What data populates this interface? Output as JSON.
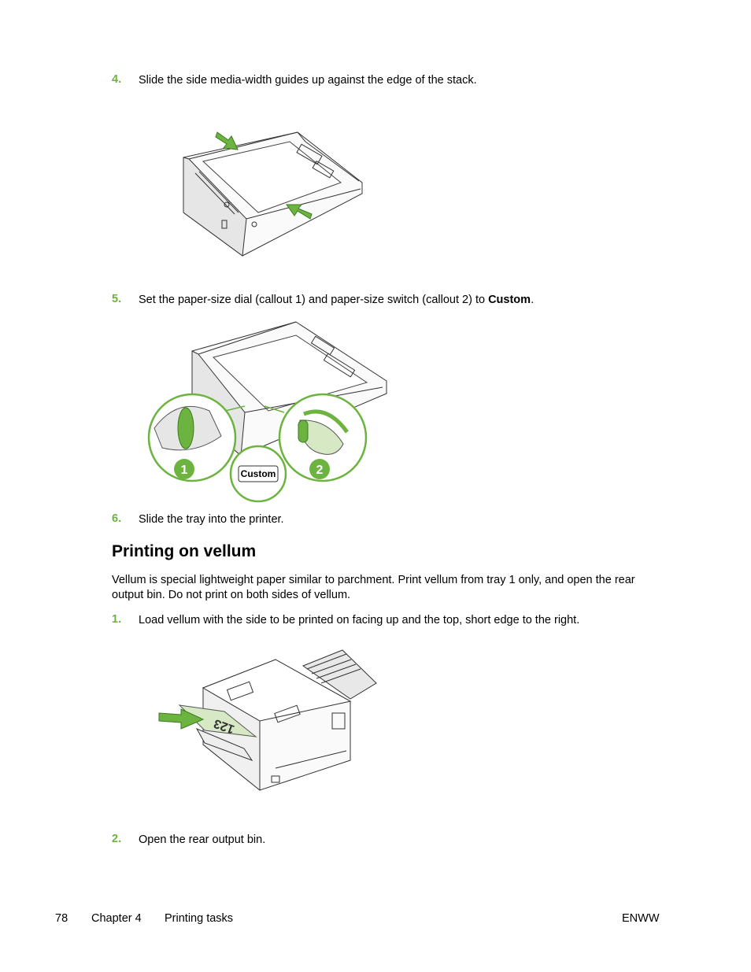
{
  "steps_top": [
    {
      "num": "4.",
      "text": "Slide the side media-width guides up against the edge of the stack."
    },
    {
      "num": "5.",
      "text_before": "Set the paper-size dial (callout 1) and paper-size switch (callout 2) to ",
      "text_bold": "Custom",
      "text_after": "."
    },
    {
      "num": "6.",
      "text": "Slide the tray into the printer."
    }
  ],
  "section": {
    "heading": "Printing on vellum",
    "intro": "Vellum is special lightweight paper similar to parchment. Print vellum from tray 1 only, and open the rear output bin. Do not print on both sides of vellum.",
    "steps": [
      {
        "num": "1.",
        "text": "Load vellum with the side to be printed on facing up and the top, short edge to the right."
      },
      {
        "num": "2.",
        "text": "Open the rear output bin."
      }
    ]
  },
  "figures": {
    "dial_label": "Custom",
    "callout_1": "1",
    "callout_2": "2",
    "paper_label": "123",
    "accent_color": "#6cb33f"
  },
  "footer": {
    "page_number": "78",
    "chapter": "Chapter 4",
    "chapter_title": "Printing tasks",
    "edition": "ENWW"
  }
}
